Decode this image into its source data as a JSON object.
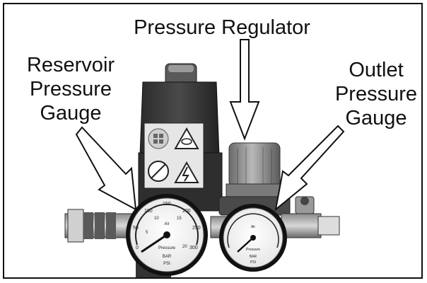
{
  "labels": {
    "pressure_regulator": "Pressure Regulator",
    "reservoir_gauge": [
      "Reservoir",
      "Pressure",
      "Gauge"
    ],
    "outlet_gauge": [
      "Outlet",
      "Pressure",
      "Gauge"
    ]
  },
  "left_gauge": {
    "scale_numbers": [
      "0",
      "50",
      "100",
      "150",
      "200",
      "250",
      "300"
    ],
    "inner_numbers": [
      "5",
      "10",
      "15",
      "20"
    ],
    "word_top": "Air",
    "word_mid": "Pressure",
    "unit_bar": "BAR",
    "unit_psi": "PSI"
  },
  "right_gauge": {
    "word_top": "Air",
    "word_mid": "Pressure",
    "unit_bar": "BAR",
    "unit_psi": "PSI"
  },
  "colors": {
    "ink": "#111111",
    "photo_dark": "#2a2a2a",
    "photo_mid": "#7a7a7a",
    "background": "#ffffff"
  }
}
